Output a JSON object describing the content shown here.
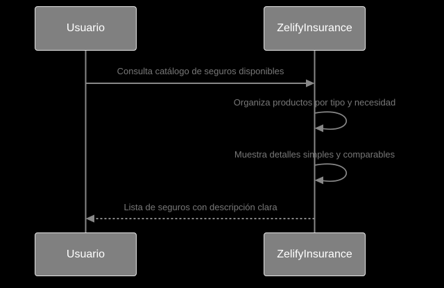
{
  "diagram": {
    "type": "sequence",
    "actors": [
      {
        "id": "usuario",
        "label": "Usuario"
      },
      {
        "id": "zelifyinsurance",
        "label": "ZelifyInsurance"
      }
    ],
    "messages": [
      {
        "from": "usuario",
        "to": "zelifyinsurance",
        "style": "solid-arrow",
        "label": "Consulta catálogo de seguros disponibles"
      },
      {
        "from": "zelifyinsurance",
        "to": "zelifyinsurance",
        "style": "self-loop",
        "label": "Organiza productos por tipo y necesidad"
      },
      {
        "from": "zelifyinsurance",
        "to": "zelifyinsurance",
        "style": "self-loop",
        "label": "Muestra detalles simples y comparables"
      },
      {
        "from": "zelifyinsurance",
        "to": "usuario",
        "style": "dashed-arrow",
        "label": "Lista de seguros con descripción clara"
      }
    ],
    "colors": {
      "background": "#000000",
      "actor_fill": "#808080",
      "actor_border": "#e8e8e8",
      "actor_text": "#ffffff",
      "line": "#888888",
      "message_text": "#787878"
    }
  }
}
